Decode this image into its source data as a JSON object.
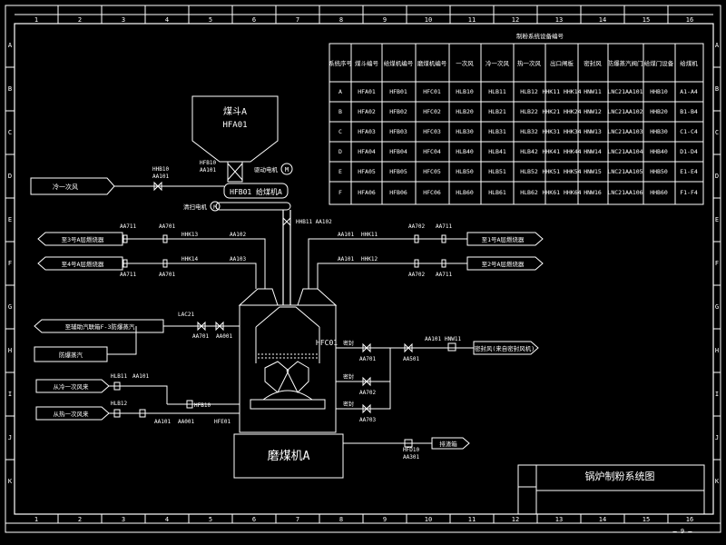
{
  "drawing": {
    "grid_columns": [
      "1",
      "2",
      "3",
      "4",
      "5",
      "6",
      "7",
      "8",
      "9",
      "10",
      "11",
      "12",
      "13",
      "14",
      "15",
      "16"
    ],
    "grid_rows": [
      "A",
      "B",
      "C",
      "D",
      "E",
      "F",
      "G",
      "H",
      "I",
      "J",
      "K"
    ],
    "page_number": "— 9 —"
  },
  "title_block": {
    "title": "锅炉制粉系统图"
  },
  "table": {
    "title": "制粉系统设备编号",
    "headers": [
      "系统序号",
      "煤斗编号",
      "给煤机编号",
      "磨煤机编号",
      "一次风",
      "冷一次风",
      "热一次风",
      "出口闸板",
      "密封风",
      "防爆蒸汽阀门",
      "给煤门设备",
      "给煤机"
    ],
    "rows": [
      [
        "A",
        "HFA01",
        "HFB01",
        "HFC01",
        "HLB10",
        "HLB11",
        "HLB12",
        "HHK11 HHK14",
        "HNW11",
        "LNC21AA101",
        "HHB10",
        "A1-A4"
      ],
      [
        "B",
        "HFA02",
        "HFB02",
        "HFC02",
        "HLB20",
        "HLB21",
        "HLB22",
        "HHK21 HHK24",
        "HNW12",
        "LNC21AA102",
        "HHB20",
        "B1-B4"
      ],
      [
        "C",
        "HFA03",
        "HFB03",
        "HFC03",
        "HLB30",
        "HLB31",
        "HLB32",
        "HHK31 HHK34",
        "HNW13",
        "LNC21AA103",
        "HHB30",
        "C1-C4"
      ],
      [
        "D",
        "HFA04",
        "HFB04",
        "HFC04",
        "HLB40",
        "HLB41",
        "HLB42",
        "HHK41 HHK44",
        "HNW14",
        "LNC21AA104",
        "HHB40",
        "D1-D4"
      ],
      [
        "E",
        "HFA05",
        "HFB05",
        "HFC05",
        "HLB50",
        "HLB51",
        "HLB52",
        "HHK51 HHK54",
        "HNW15",
        "LNC21AA105",
        "HHB50",
        "E1-E4"
      ],
      [
        "F",
        "HFA06",
        "HFB06",
        "HFC06",
        "HLB60",
        "HLB61",
        "HLB62",
        "HHK61 HHK64",
        "HNW16",
        "LNC21AA106",
        "HHB60",
        "F1-F4"
      ]
    ]
  },
  "equipment": {
    "bunker_line1": "煤斗A",
    "bunker_line2": "HFA01",
    "feeder": "HFB01 给煤机A",
    "feeder_motor": "驱动电机",
    "cleaner": "清扫电机",
    "mill": "磨煤机A",
    "mill_code": "HFC01"
  },
  "boxes": {
    "cold_primary": "冷一次风",
    "burner_a3": "至3号A层燃烧器",
    "burner_a4": "至4号A层燃烧器",
    "burner_a1": "至1号A层燃烧器",
    "burner_a2": "至2号A层燃烧器",
    "aux_steam": "至辅助汽联箱F-3防爆蒸汽",
    "fire_steam": "防爆蒸汽",
    "from_cold": "从冷一次风来",
    "from_hot": "从热一次风来",
    "seal_air": "密封风(来自密封风机)",
    "reject": "排渣箱"
  },
  "tags": {
    "valve_left_top1": "HHB10",
    "valve_left_top2": "AA101",
    "valve_feeder1": "HFB10",
    "valve_feeder2": "AA101",
    "valve_outlet": "HHB11 AA102",
    "aa711_a": "AA711",
    "aa701_a": "AA701",
    "hhk13": "HHK13",
    "aa102_a": "AA102",
    "aa711_b": "AA711",
    "aa701_b": "AA701",
    "hhk14": "HHK14",
    "aa103_a": "AA103",
    "aa702_r": "AA702",
    "aa711_r": "AA711",
    "hhk11": "HHK11",
    "aa101_r": "AA101",
    "hhk12": "HHK12",
    "aa101_r2": "AA101",
    "aa702_r2": "AA702",
    "aa711_r2": "AA711",
    "lac21": "LAC21",
    "aa701_s": "AA701",
    "aa001_s": "AA001",
    "hlb11": "HLB11",
    "aa101_c": "AA101",
    "hlb12": "HLB12",
    "aa101_h": "AA101",
    "hfb10": "HFB10",
    "hfe01": "HFE01",
    "aa001_m": "AA001",
    "fm_seal": "密封",
    "fm_top": "密封",
    "fm_mid": "密封",
    "aa701_m": "AA701",
    "aa702_m": "AA702",
    "aa703_m": "AA703",
    "aa501_m": "AA501",
    "hnw11": "HNW11",
    "aa101_w": "AA101",
    "hfd10": "HFD10",
    "aa301": "AA301"
  }
}
